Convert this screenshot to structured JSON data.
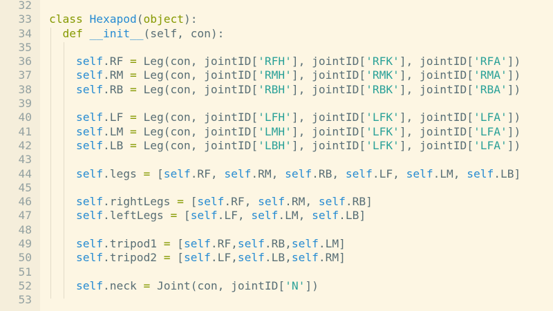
{
  "editor": {
    "lines": [
      {
        "num": "32",
        "tokens": []
      },
      {
        "num": "33",
        "tokens": [
          {
            "t": "class ",
            "c": "kw"
          },
          {
            "t": "Hexapod",
            "c": "cls"
          },
          {
            "t": "(",
            "c": "plain"
          },
          {
            "t": "object",
            "c": "obj"
          },
          {
            "t": "):",
            "c": "plain"
          }
        ]
      },
      {
        "num": "34",
        "tokens": [
          {
            "t": "  ",
            "c": "plain"
          },
          {
            "t": "def ",
            "c": "kw"
          },
          {
            "t": "__init__",
            "c": "cls"
          },
          {
            "t": "(self, con):",
            "c": "plain"
          }
        ]
      },
      {
        "num": "35",
        "tokens": []
      },
      {
        "num": "36",
        "tokens": [
          {
            "t": "    ",
            "c": "plain"
          },
          {
            "t": "self",
            "c": "self"
          },
          {
            "t": ".RF ",
            "c": "plain"
          },
          {
            "t": "=",
            "c": "op"
          },
          {
            "t": " Leg(con, jointID[",
            "c": "plain"
          },
          {
            "t": "'RFH'",
            "c": "str"
          },
          {
            "t": "], jointID[",
            "c": "plain"
          },
          {
            "t": "'RFK'",
            "c": "str"
          },
          {
            "t": "], jointID[",
            "c": "plain"
          },
          {
            "t": "'RFA'",
            "c": "str"
          },
          {
            "t": "])",
            "c": "plain"
          }
        ]
      },
      {
        "num": "37",
        "tokens": [
          {
            "t": "    ",
            "c": "plain"
          },
          {
            "t": "self",
            "c": "self"
          },
          {
            "t": ".RM ",
            "c": "plain"
          },
          {
            "t": "=",
            "c": "op"
          },
          {
            "t": " Leg(con, jointID[",
            "c": "plain"
          },
          {
            "t": "'RMH'",
            "c": "str"
          },
          {
            "t": "], jointID[",
            "c": "plain"
          },
          {
            "t": "'RMK'",
            "c": "str"
          },
          {
            "t": "], jointID[",
            "c": "plain"
          },
          {
            "t": "'RMA'",
            "c": "str"
          },
          {
            "t": "])",
            "c": "plain"
          }
        ]
      },
      {
        "num": "38",
        "tokens": [
          {
            "t": "    ",
            "c": "plain"
          },
          {
            "t": "self",
            "c": "self"
          },
          {
            "t": ".RB ",
            "c": "plain"
          },
          {
            "t": "=",
            "c": "op"
          },
          {
            "t": " Leg(con, jointID[",
            "c": "plain"
          },
          {
            "t": "'RBH'",
            "c": "str"
          },
          {
            "t": "], jointID[",
            "c": "plain"
          },
          {
            "t": "'RBK'",
            "c": "str"
          },
          {
            "t": "], jointID[",
            "c": "plain"
          },
          {
            "t": "'RBA'",
            "c": "str"
          },
          {
            "t": "])",
            "c": "plain"
          }
        ]
      },
      {
        "num": "39",
        "tokens": []
      },
      {
        "num": "40",
        "tokens": [
          {
            "t": "    ",
            "c": "plain"
          },
          {
            "t": "self",
            "c": "self"
          },
          {
            "t": ".LF ",
            "c": "plain"
          },
          {
            "t": "=",
            "c": "op"
          },
          {
            "t": " Leg(con, jointID[",
            "c": "plain"
          },
          {
            "t": "'LFH'",
            "c": "str"
          },
          {
            "t": "], jointID[",
            "c": "plain"
          },
          {
            "t": "'LFK'",
            "c": "str"
          },
          {
            "t": "], jointID[",
            "c": "plain"
          },
          {
            "t": "'LFA'",
            "c": "str"
          },
          {
            "t": "])",
            "c": "plain"
          }
        ]
      },
      {
        "num": "41",
        "tokens": [
          {
            "t": "    ",
            "c": "plain"
          },
          {
            "t": "self",
            "c": "self"
          },
          {
            "t": ".LM ",
            "c": "plain"
          },
          {
            "t": "=",
            "c": "op"
          },
          {
            "t": " Leg(con, jointID[",
            "c": "plain"
          },
          {
            "t": "'LMH'",
            "c": "str"
          },
          {
            "t": "], jointID[",
            "c": "plain"
          },
          {
            "t": "'LFK'",
            "c": "str"
          },
          {
            "t": "], jointID[",
            "c": "plain"
          },
          {
            "t": "'LFA'",
            "c": "str"
          },
          {
            "t": "])",
            "c": "plain"
          }
        ]
      },
      {
        "num": "42",
        "tokens": [
          {
            "t": "    ",
            "c": "plain"
          },
          {
            "t": "self",
            "c": "self"
          },
          {
            "t": ".LB ",
            "c": "plain"
          },
          {
            "t": "=",
            "c": "op"
          },
          {
            "t": " Leg(con, jointID[",
            "c": "plain"
          },
          {
            "t": "'LBH'",
            "c": "str"
          },
          {
            "t": "], jointID[",
            "c": "plain"
          },
          {
            "t": "'LFK'",
            "c": "str"
          },
          {
            "t": "], jointID[",
            "c": "plain"
          },
          {
            "t": "'LFA'",
            "c": "str"
          },
          {
            "t": "])",
            "c": "plain"
          }
        ]
      },
      {
        "num": "43",
        "tokens": []
      },
      {
        "num": "44",
        "tokens": [
          {
            "t": "    ",
            "c": "plain"
          },
          {
            "t": "self",
            "c": "self"
          },
          {
            "t": ".legs ",
            "c": "plain"
          },
          {
            "t": "=",
            "c": "op"
          },
          {
            "t": " [",
            "c": "plain"
          },
          {
            "t": "self",
            "c": "self"
          },
          {
            "t": ".RF, ",
            "c": "plain"
          },
          {
            "t": "self",
            "c": "self"
          },
          {
            "t": ".RM, ",
            "c": "plain"
          },
          {
            "t": "self",
            "c": "self"
          },
          {
            "t": ".RB, ",
            "c": "plain"
          },
          {
            "t": "self",
            "c": "self"
          },
          {
            "t": ".LF, ",
            "c": "plain"
          },
          {
            "t": "self",
            "c": "self"
          },
          {
            "t": ".LM, ",
            "c": "plain"
          },
          {
            "t": "self",
            "c": "self"
          },
          {
            "t": ".LB]",
            "c": "plain"
          }
        ]
      },
      {
        "num": "45",
        "tokens": []
      },
      {
        "num": "46",
        "tokens": [
          {
            "t": "    ",
            "c": "plain"
          },
          {
            "t": "self",
            "c": "self"
          },
          {
            "t": ".rightLegs ",
            "c": "plain"
          },
          {
            "t": "=",
            "c": "op"
          },
          {
            "t": " [",
            "c": "plain"
          },
          {
            "t": "self",
            "c": "self"
          },
          {
            "t": ".RF, ",
            "c": "plain"
          },
          {
            "t": "self",
            "c": "self"
          },
          {
            "t": ".RM, ",
            "c": "plain"
          },
          {
            "t": "self",
            "c": "self"
          },
          {
            "t": ".RB]",
            "c": "plain"
          }
        ]
      },
      {
        "num": "47",
        "tokens": [
          {
            "t": "    ",
            "c": "plain"
          },
          {
            "t": "self",
            "c": "self"
          },
          {
            "t": ".leftLegs ",
            "c": "plain"
          },
          {
            "t": "=",
            "c": "op"
          },
          {
            "t": " [",
            "c": "plain"
          },
          {
            "t": "self",
            "c": "self"
          },
          {
            "t": ".LF, ",
            "c": "plain"
          },
          {
            "t": "self",
            "c": "self"
          },
          {
            "t": ".LM, ",
            "c": "plain"
          },
          {
            "t": "self",
            "c": "self"
          },
          {
            "t": ".LB]",
            "c": "plain"
          }
        ]
      },
      {
        "num": "48",
        "tokens": []
      },
      {
        "num": "49",
        "tokens": [
          {
            "t": "    ",
            "c": "plain"
          },
          {
            "t": "self",
            "c": "self"
          },
          {
            "t": ".tripod1 ",
            "c": "plain"
          },
          {
            "t": "=",
            "c": "op"
          },
          {
            "t": " [",
            "c": "plain"
          },
          {
            "t": "self",
            "c": "self"
          },
          {
            "t": ".RF,",
            "c": "plain"
          },
          {
            "t": "self",
            "c": "self"
          },
          {
            "t": ".RB,",
            "c": "plain"
          },
          {
            "t": "self",
            "c": "self"
          },
          {
            "t": ".LM]",
            "c": "plain"
          }
        ]
      },
      {
        "num": "50",
        "tokens": [
          {
            "t": "    ",
            "c": "plain"
          },
          {
            "t": "self",
            "c": "self"
          },
          {
            "t": ".tripod2 ",
            "c": "plain"
          },
          {
            "t": "=",
            "c": "op"
          },
          {
            "t": " [",
            "c": "plain"
          },
          {
            "t": "self",
            "c": "self"
          },
          {
            "t": ".LF,",
            "c": "plain"
          },
          {
            "t": "self",
            "c": "self"
          },
          {
            "t": ".LB,",
            "c": "plain"
          },
          {
            "t": "self",
            "c": "self"
          },
          {
            "t": ".RM]",
            "c": "plain"
          }
        ]
      },
      {
        "num": "51",
        "tokens": []
      },
      {
        "num": "52",
        "tokens": [
          {
            "t": "    ",
            "c": "plain"
          },
          {
            "t": "self",
            "c": "self"
          },
          {
            "t": ".neck ",
            "c": "plain"
          },
          {
            "t": "=",
            "c": "op"
          },
          {
            "t": " Joint(con, jointID[",
            "c": "plain"
          },
          {
            "t": "'N'",
            "c": "str"
          },
          {
            "t": "])",
            "c": "plain"
          }
        ]
      },
      {
        "num": "53",
        "tokens": []
      }
    ]
  }
}
